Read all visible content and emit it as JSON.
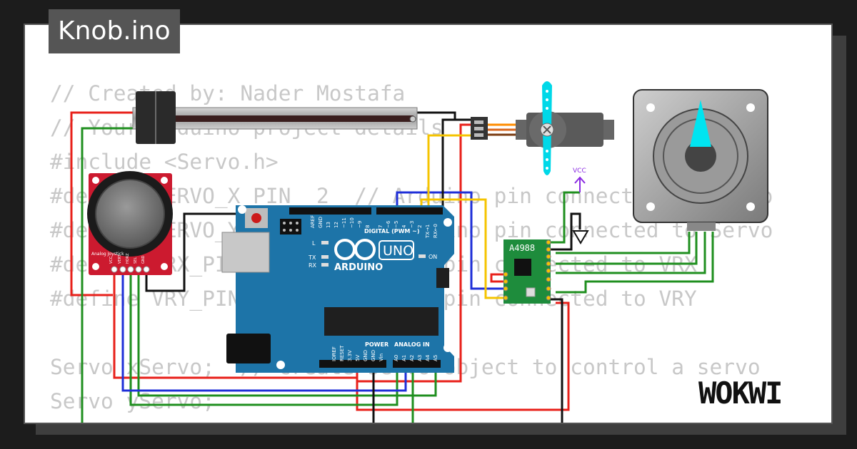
{
  "project": {
    "filename": "Knob.ino"
  },
  "brand": {
    "name": "WOKWI"
  },
  "code": {
    "lines": [
      "// Created by: Nader Mostafa",
      "// Your Arduino project details",
      "#include <Servo.h>",
      "#define SERVO_X_PIN  2  // Arduino pin connected to Servo",
      "#define SERVO_Y_PIN  3  // Arduino pin connected to Servo",
      "#define VRX_PIN  A0 // Arduino pin connected to VRX",
      "#define VRY_PIN  A1 // Arduino pin connected to VRY",
      "Servo xServo;  // create servo object to control a servo",
      "Servo yServo;"
    ]
  },
  "components": {
    "arduino": {
      "model": "UNO",
      "brand": "ARDUINO",
      "pin_labels": {
        "aref": "AREF",
        "gnd": "GND",
        "d13": "13",
        "d12": "12",
        "d11": "~11",
        "d10": "~10",
        "d9": "~9",
        "d8": "8",
        "d7": "7",
        "d6": "~6",
        "d5": "~5",
        "d4": "4",
        "d3": "~3",
        "d2": "2",
        "tx": "TX→1",
        "rx": "RX←0",
        "ioref": "IOREF",
        "reset": "RESET",
        "v33": "3.3V",
        "v5": "5V",
        "gnd1": "GND",
        "gnd2": "GND",
        "vin": "Vin",
        "a0": "A0",
        "a1": "A1",
        "a2": "A2",
        "a3": "A3",
        "a4": "A4",
        "a5": "A5"
      },
      "digital_label": "DIGITAL (PWM ~)",
      "power_label": "POWER",
      "analog_label": "ANALOG IN",
      "led_l": "L",
      "led_tx": "TX",
      "led_rx": "RX",
      "led_on": "ON"
    },
    "joystick": {
      "label": "Analog Joystick",
      "pins": [
        "VCC",
        "VERT",
        "HORZ",
        "SEL",
        "GND"
      ]
    },
    "driver": {
      "label": "A4988"
    },
    "power_symbol": {
      "label": "VCC"
    }
  },
  "colors": {
    "wire_red": "#e8201a",
    "wire_green": "#1f8f1f",
    "wire_blue": "#1f2fd8",
    "wire_black": "#111111",
    "wire_yellow": "#f5c400",
    "board": "#1d74a8",
    "joystick_board": "#cc1a2f",
    "driver_board": "#1e8c3c",
    "servo_horn": "#00d8e8",
    "stepper_needle": "#00e4f0",
    "code_text": "#c8c8c8",
    "badge_bg": "#555555"
  }
}
